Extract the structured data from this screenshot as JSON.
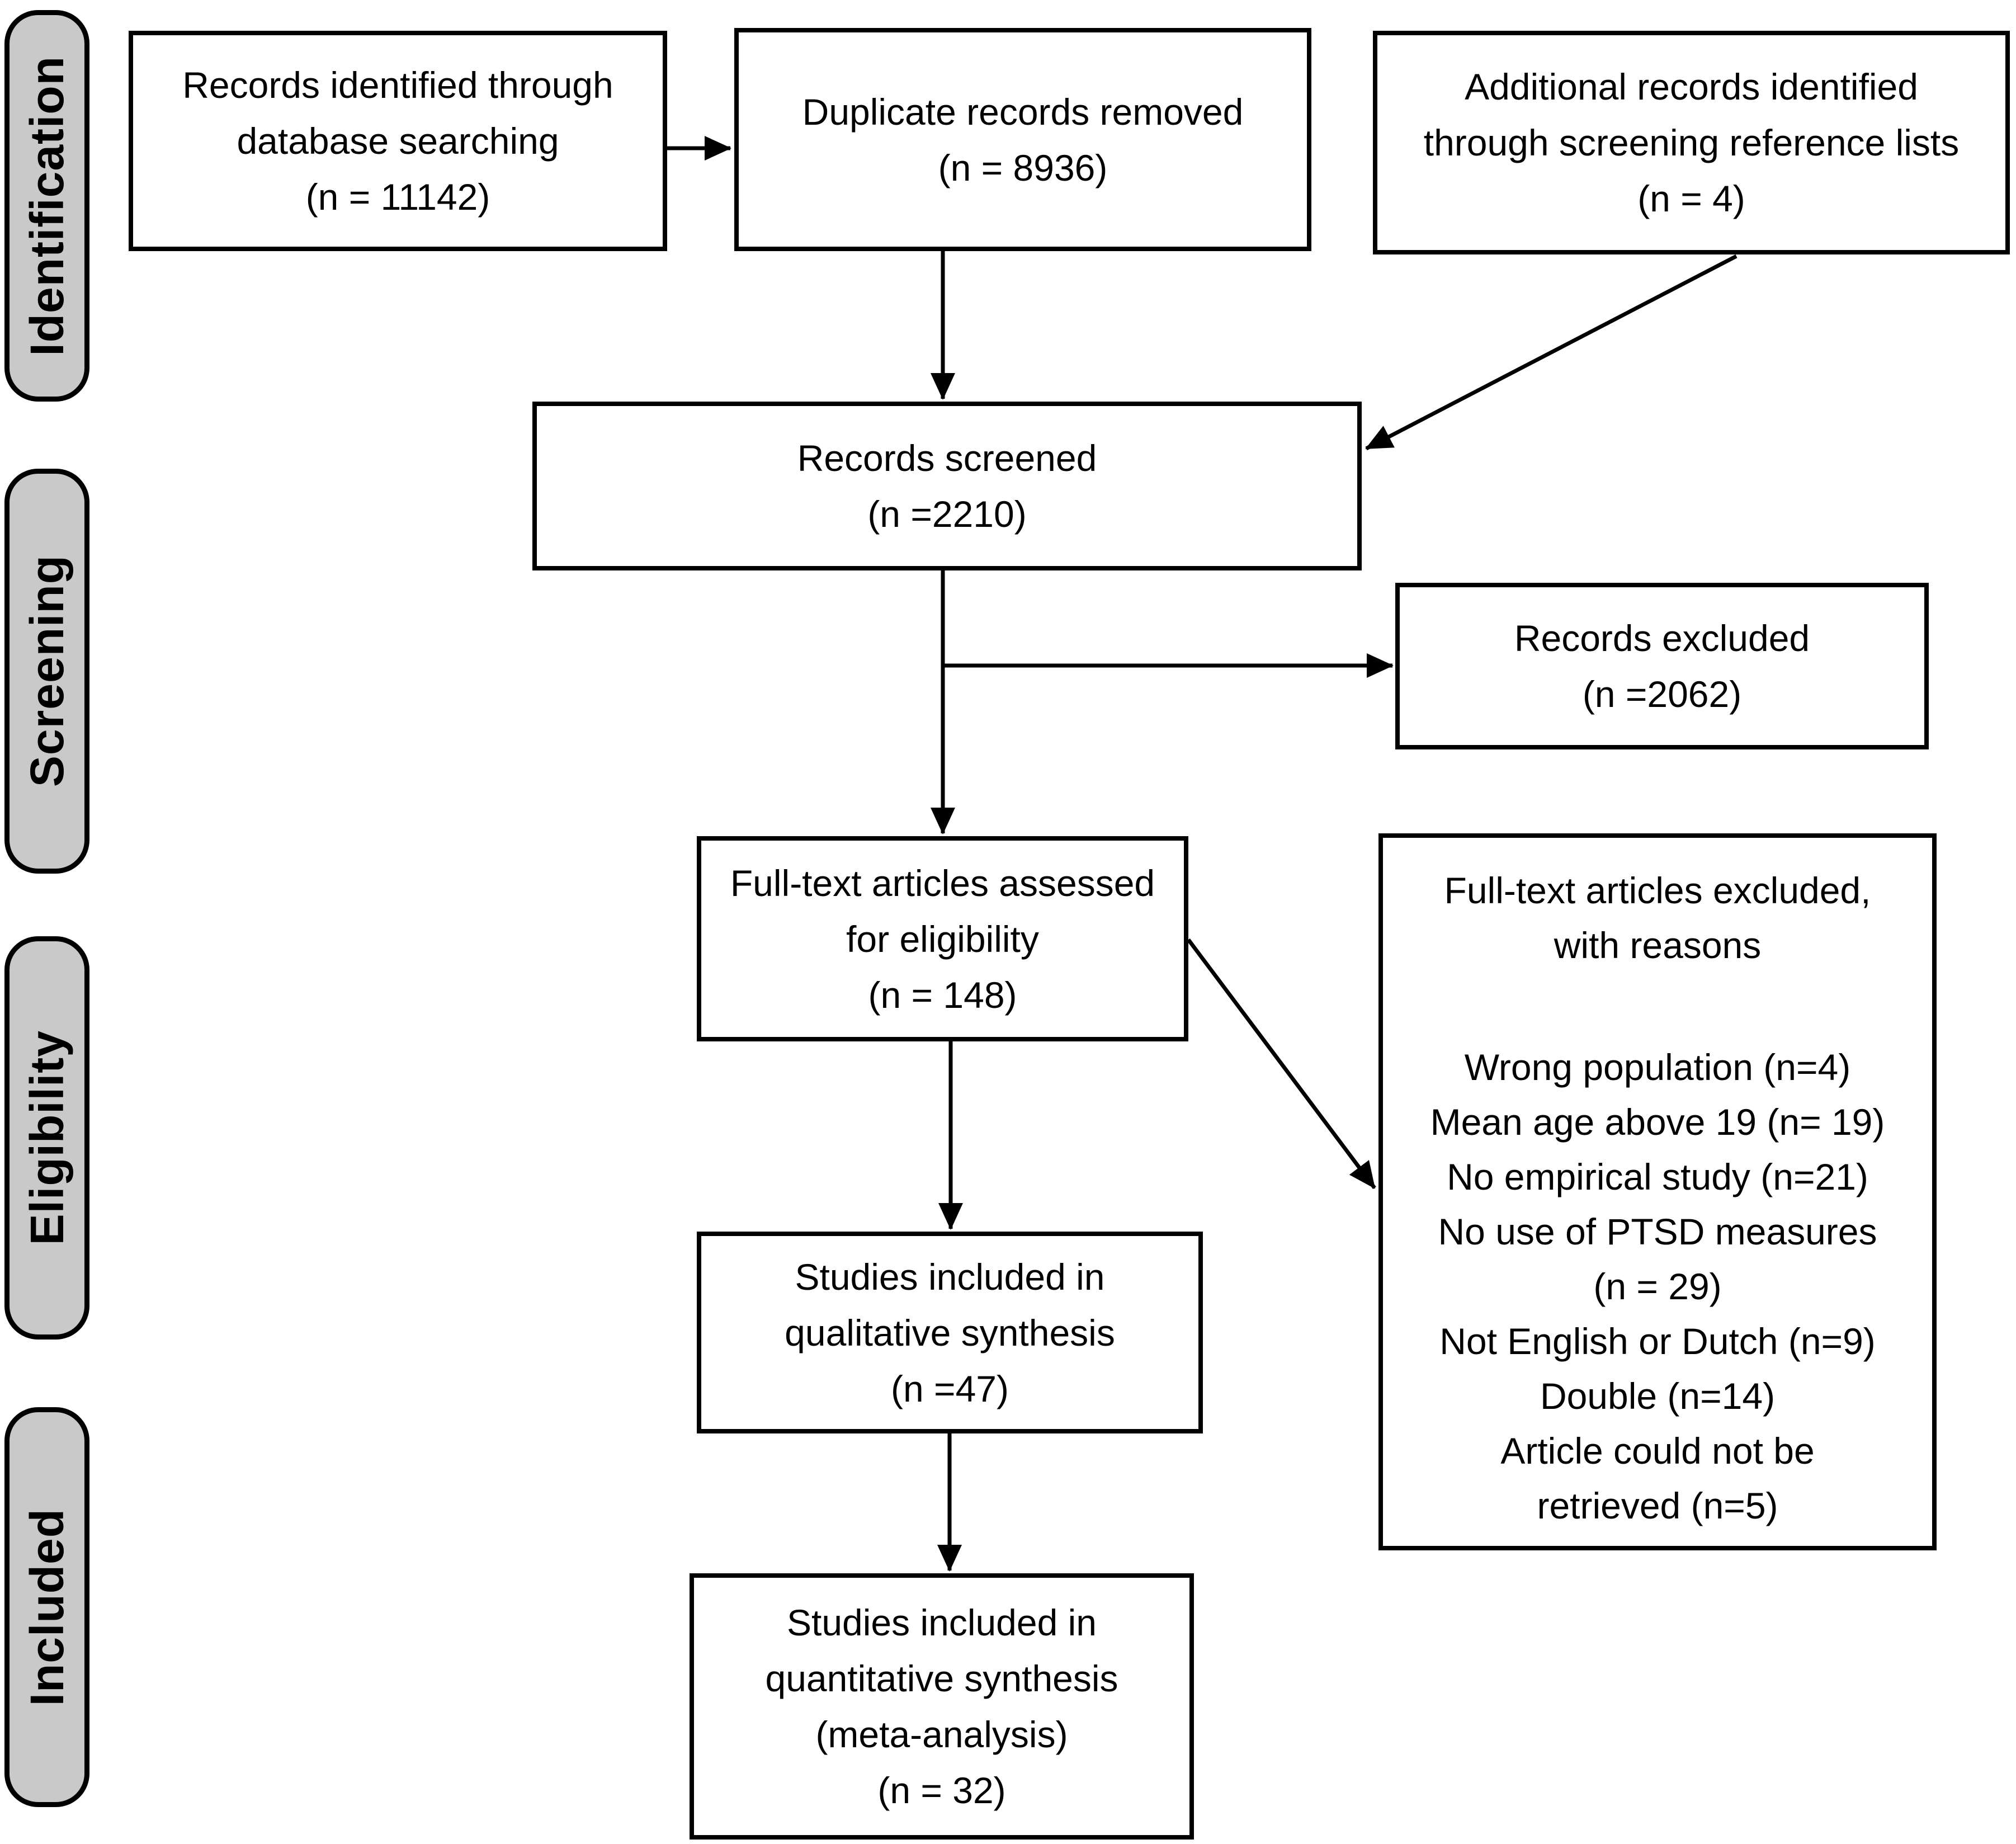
{
  "sidebar": {
    "stages": [
      "Identification",
      "Screening",
      "Eligibility",
      "Included"
    ]
  },
  "boxes": {
    "records_identified": {
      "lines": [
        "Records identified through",
        "database searching",
        "(n = 11142)"
      ]
    },
    "duplicates_removed": {
      "lines": [
        "Duplicate records removed",
        "(n = 8936)"
      ]
    },
    "additional_records": {
      "lines": [
        "Additional records identified",
        "through screening reference lists",
        "(n = 4)"
      ]
    },
    "records_screened": {
      "lines": [
        "Records screened",
        "(n =2210)"
      ]
    },
    "records_excluded": {
      "lines": [
        "Records excluded",
        "(n =2062)"
      ]
    },
    "fulltext_assessed": {
      "lines": [
        "Full-text articles assessed",
        "for eligibility",
        "(n = 148)"
      ]
    },
    "fulltext_excluded": {
      "header_lines": [
        "Full-text articles excluded,",
        "with reasons"
      ],
      "reason_lines": [
        "Wrong population (n=4)",
        "Mean age above 19 (n= 19)",
        "No empirical study (n=21)",
        "No use of PTSD measures",
        "(n = 29)",
        "Not English or Dutch (n=9)",
        "Double (n=14)",
        "Article could not be",
        "retrieved (n=5)"
      ]
    },
    "qualitative_synthesis": {
      "lines": [
        "Studies included in",
        "qualitative synthesis",
        "(n =47)"
      ]
    },
    "quantitative_synthesis": {
      "lines": [
        "Studies included in",
        "quantitative synthesis",
        "(meta-analysis)",
        "(n = 32)"
      ]
    }
  },
  "colors": {
    "stage_fill": "#c9c9c9",
    "stroke": "#000000",
    "background": "#ffffff"
  }
}
